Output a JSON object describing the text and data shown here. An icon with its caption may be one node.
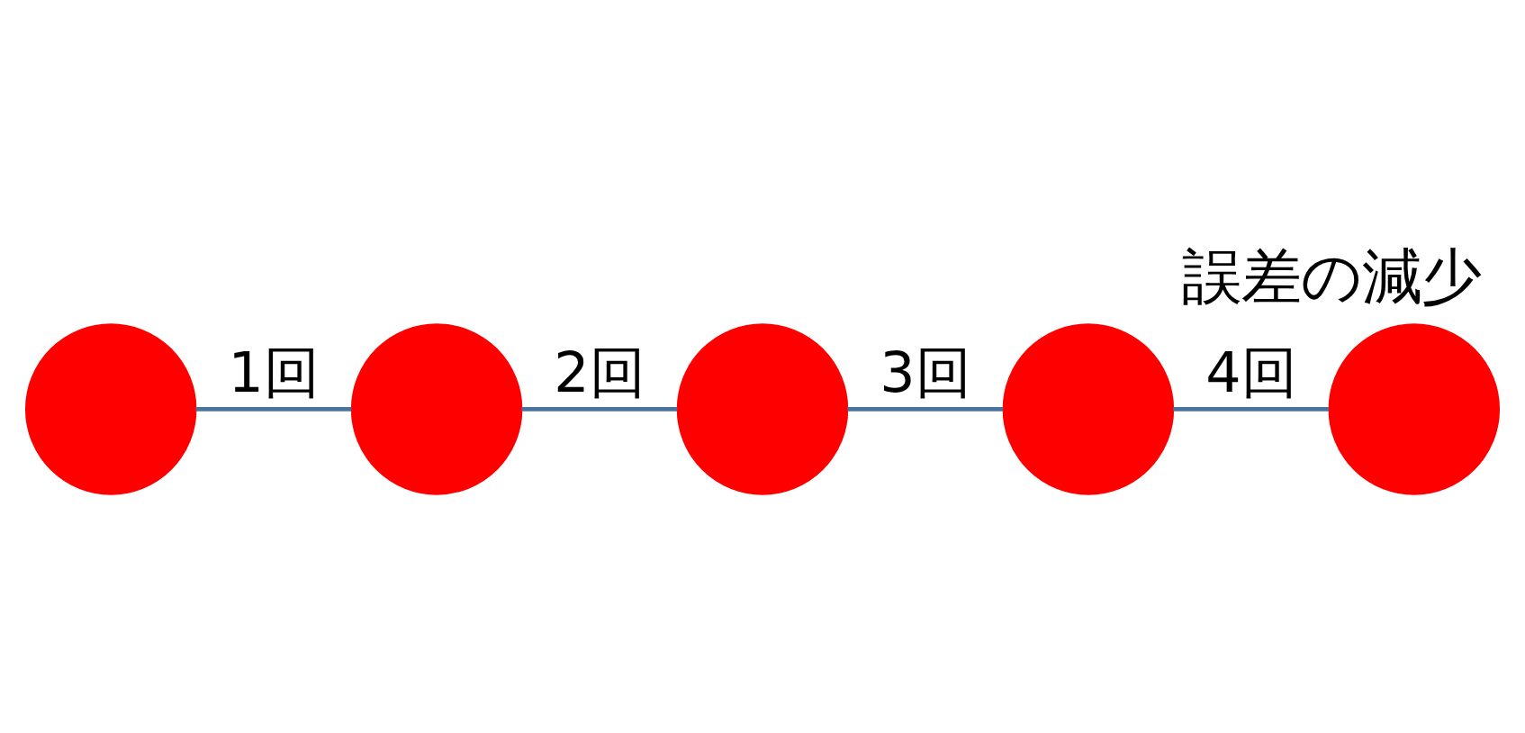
{
  "diagram": {
    "title": "誤差の減少",
    "nodes": [
      {
        "text": [],
        "shape": "circle"
      },
      {
        "text": [],
        "shape": "circle"
      },
      {
        "text": [],
        "shape": "circle"
      },
      {
        "text": [],
        "shape": "circle"
      },
      {
        "text": [],
        "shape": "circle"
      }
    ],
    "edges": [
      {
        "from": 0,
        "to": 1,
        "arrow": "none",
        "label": "1回"
      },
      {
        "from": 1,
        "to": 2,
        "arrow": "none",
        "label": "2回"
      },
      {
        "from": 2,
        "to": 3,
        "arrow": "none",
        "label": "3回"
      },
      {
        "from": 3,
        "to": 4,
        "arrow": "none",
        "label": "4回"
      }
    ]
  }
}
